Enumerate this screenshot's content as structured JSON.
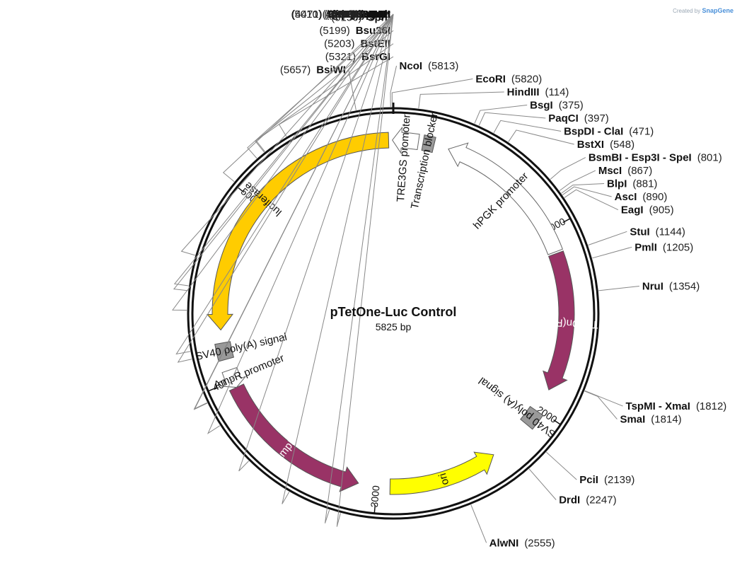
{
  "credit": {
    "prefix": "Created by",
    "brand": "SnapGene"
  },
  "map": {
    "name": "pTetOne-Luc Control",
    "length_label": "5825 bp",
    "length": 5825
  },
  "ticks": [
    {
      "pos": 1000,
      "label": "1000"
    },
    {
      "pos": 2000,
      "label": "2000"
    },
    {
      "pos": 3000,
      "label": "3000"
    },
    {
      "pos": 4000,
      "label": "4000"
    },
    {
      "pos": 5000,
      "label": "5000"
    }
  ],
  "features": [
    {
      "name": "TRE3GS promoter",
      "start": 5820,
      "end": 5960,
      "direction": "reverse",
      "color": "#ffffff",
      "text_inside": false
    },
    {
      "name": "Transcription blocker",
      "start": 160,
      "end": 220,
      "direction": "none",
      "color": "#999999",
      "text_inside": false
    },
    {
      "name": "hPGK promoter",
      "start": 300,
      "end": 1120,
      "direction": "reverse",
      "color": "#ffffff",
      "text_inside": false
    },
    {
      "name": "Tet-On(R) 3G",
      "start": 1130,
      "end": 1880,
      "direction": "forward",
      "color": "#993366",
      "text_inside": true
    },
    {
      "name": "SV40 poly(A) signal",
      "start": 2010,
      "end": 2100,
      "direction": "none",
      "color": "#999999",
      "text_inside": false
    },
    {
      "name": "ori",
      "start": 2340,
      "end": 2930,
      "direction": "reverse",
      "color": "#ffff00",
      "text_inside": true
    },
    {
      "name": "AmpR",
      "start": 3100,
      "end": 3960,
      "direction": "reverse",
      "color": "#993366",
      "text_inside": true
    },
    {
      "name": "AmpR promoter",
      "start": 3960,
      "end": 4060,
      "direction": "reverse",
      "color": "#ffffff",
      "text_inside": false
    },
    {
      "name": "SV40 poly(A) signal",
      "start": 4120,
      "end": 4210,
      "direction": "none",
      "color": "#999999",
      "text_inside": false
    },
    {
      "name": "luciferase",
      "start": 4280,
      "end": 5800,
      "direction": "reverse",
      "color": "#ffcc00",
      "text_inside": true
    }
  ],
  "sites": [
    {
      "name": "NcoI",
      "pos_text": "(5813)",
      "pos": 5813
    },
    {
      "name": "EcoRI",
      "pos_text": "(5820)",
      "pos": 5820
    },
    {
      "name": "HindIII",
      "pos_text": "(114)",
      "pos": 114
    },
    {
      "name": "BsgI",
      "pos_text": "(375)",
      "pos": 375
    },
    {
      "name": "PaqCI",
      "pos_text": "(397)",
      "pos": 397
    },
    {
      "name": "BspDI - ClaI",
      "pos_text": "(471)",
      "pos": 471
    },
    {
      "name": "BstXI",
      "pos_text": "(548)",
      "pos": 548
    },
    {
      "name": "BsmBI - Esp3I - SpeI",
      "pos_text": "(801)",
      "pos": 801
    },
    {
      "name": "MscI",
      "pos_text": "(867)",
      "pos": 867
    },
    {
      "name": "BlpI",
      "pos_text": "(881)",
      "pos": 881
    },
    {
      "name": "AscI",
      "pos_text": "(890)",
      "pos": 890
    },
    {
      "name": "EagI",
      "pos_text": "(905)",
      "pos": 905
    },
    {
      "name": "StuI",
      "pos_text": "(1144)",
      "pos": 1144
    },
    {
      "name": "PmlI",
      "pos_text": "(1205)",
      "pos": 1205
    },
    {
      "name": "NruI",
      "pos_text": "(1354)",
      "pos": 1354
    },
    {
      "name": "TspMI - XmaI",
      "pos_text": "(1812)",
      "pos": 1812
    },
    {
      "name": "SmaI",
      "pos_text": "(1814)",
      "pos": 1814
    },
    {
      "name": "PciI",
      "pos_text": "(2139)",
      "pos": 2139
    },
    {
      "name": "DrdI",
      "pos_text": "(2247)",
      "pos": 2247
    },
    {
      "name": "AlwNI",
      "pos_text": "(2555)",
      "pos": 2555
    },
    {
      "name": "BglI",
      "pos_text": "(3152)",
      "pos": 3152
    },
    {
      "name": "AseI",
      "pos_text": "(3204)",
      "pos": 3204
    },
    {
      "name": "PvuI",
      "pos_text": "(3402)",
      "pos": 3402
    },
    {
      "name": "XmnI",
      "pos_text": "(3631)",
      "pos": 3631
    },
    {
      "name": "SspI",
      "pos_text": "(3836)",
      "pos": 3836
    },
    {
      "name": "ZraI",
      "pos_text": "(3952)",
      "pos": 3952
    },
    {
      "name": "AatII",
      "pos_text": "(3954)",
      "pos": 3954
    },
    {
      "name": "PstI",
      "pos_text": "(4162)",
      "pos": 4162
    },
    {
      "name": "EcoNI",
      "pos_text": "(4197)",
      "pos": 4197
    },
    {
      "name": "SgrAI",
      "pos_text": "(4383)",
      "pos": 4383
    },
    {
      "name": "CsiI - SexAI*",
      "pos_text": "(4471)",
      "pos": 4471
    },
    {
      "name": "PacI",
      "pos_text": "(4493)",
      "pos": 4493
    },
    {
      "name": "PpuMI",
      "pos_text": "(4633)",
      "pos": 4633
    },
    {
      "name": "BspQI - SapI",
      "pos_text": "(5010)",
      "pos": 5010
    },
    {
      "name": "SphI",
      "pos_text": "(5156)",
      "pos": 5156
    },
    {
      "name": "Bsu36I",
      "pos_text": "(5199)",
      "pos": 5199
    },
    {
      "name": "BstEII",
      "pos_text": "(5203)",
      "pos": 5203
    },
    {
      "name": "BsrGI",
      "pos_text": "(5321)",
      "pos": 5321
    },
    {
      "name": "BsiWI",
      "pos_text": "(5657)",
      "pos": 5657
    }
  ]
}
